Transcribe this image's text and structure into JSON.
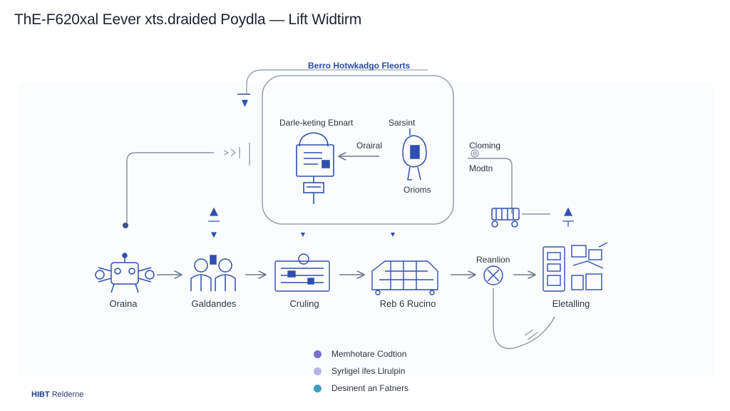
{
  "title": "ThE-F620xal Eever xts.draided Poydla — Lift Widtirm",
  "central_box": {
    "title": "Berro Hotwkadgo Fleorts",
    "left_caption": "Darle-keting Ebnart",
    "right_caption": "Sarsint",
    "arrow_label": "Orairal",
    "bottom_label": "Orioms"
  },
  "side_label": [
    "Cloming",
    "Modtn"
  ],
  "stages": [
    {
      "label": "Oraina",
      "icon": "robot-icon"
    },
    {
      "label": "Galdandes",
      "icon": "people-icon"
    },
    {
      "label": "Cruling",
      "icon": "control-panel-icon"
    },
    {
      "label": "Reb 6 Rucino",
      "icon": "machine-icon"
    },
    {
      "label": "",
      "icon": "compass-icon"
    },
    {
      "label": "Eletalling",
      "icon": "storage-icon"
    }
  ],
  "node_label": "Reanlion",
  "legend": [
    {
      "label": "Memhotare Codtion",
      "color": "#7b6fc9"
    },
    {
      "label": "Syrligel ifes Llrulpin",
      "color": "#b9b2e6"
    },
    {
      "label": "Desinent an Fatners",
      "color": "#3f9fc0"
    }
  ],
  "footer": {
    "brand": "HIBT",
    "text": "Relderne"
  },
  "colors": {
    "line": "#8a94a6",
    "accent": "#2f4fb0",
    "icon": "#3c4f8f"
  }
}
